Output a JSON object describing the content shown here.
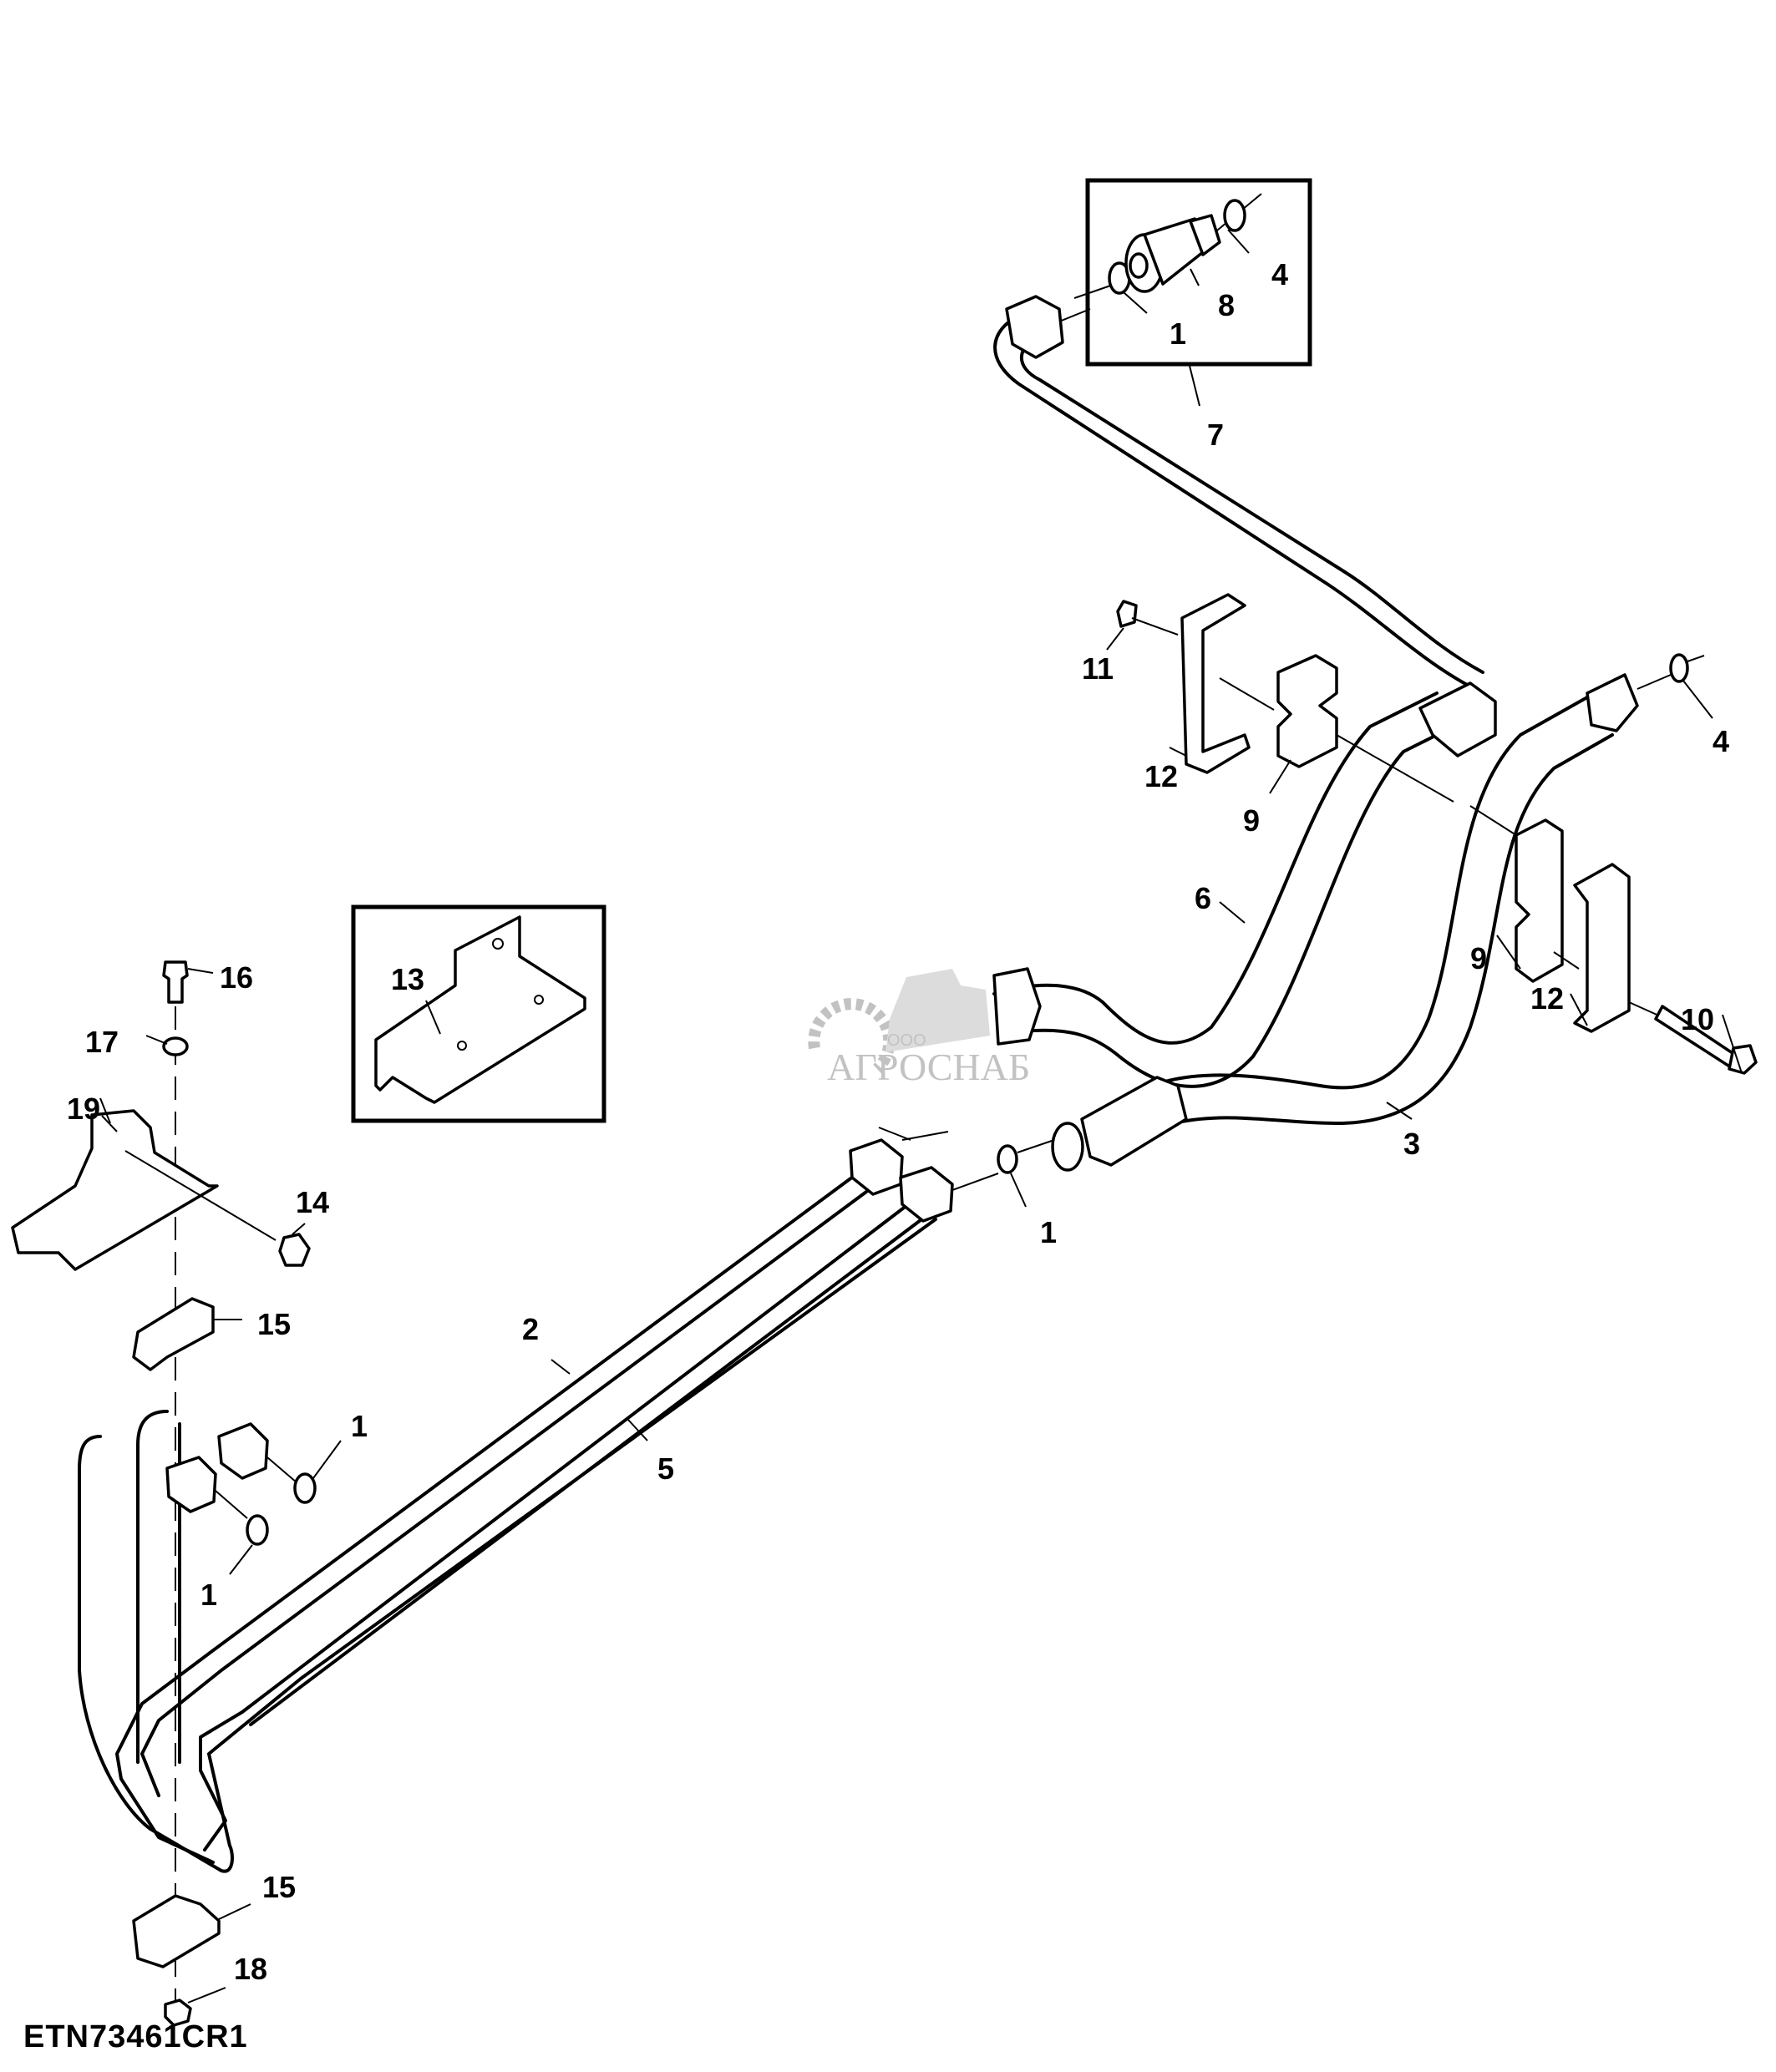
{
  "diagram": {
    "figure_id": "ETN73461CR1",
    "watermark": {
      "prefix": "ООО",
      "name": "АГРОСНАБ",
      "color": "#b8b8b8"
    },
    "line_color": "#000000",
    "background": "#ffffff",
    "callouts": [
      {
        "id": "c1a",
        "label": "1",
        "part": "o-ring (inset, quick coupler)"
      },
      {
        "id": "c8",
        "label": "8",
        "part": "quick coupler"
      },
      {
        "id": "c4a",
        "label": "4",
        "part": "o-ring (inset)"
      },
      {
        "id": "c7",
        "label": "7",
        "part": "hydraulic line assembly"
      },
      {
        "id": "c11",
        "label": "11",
        "part": "nut"
      },
      {
        "id": "c12a",
        "label": "12",
        "part": "clamp plate"
      },
      {
        "id": "c9a",
        "label": "9",
        "part": "hose clamp half"
      },
      {
        "id": "c4b",
        "label": "4",
        "part": "o-ring"
      },
      {
        "id": "c6",
        "label": "6",
        "part": "hose"
      },
      {
        "id": "c9b",
        "label": "9",
        "part": "hose clamp half"
      },
      {
        "id": "c12b",
        "label": "12",
        "part": "clamp plate"
      },
      {
        "id": "c10",
        "label": "10",
        "part": "cap screw"
      },
      {
        "id": "c3",
        "label": "3",
        "part": "hose"
      },
      {
        "id": "c1b",
        "label": "1",
        "part": "o-ring"
      },
      {
        "id": "c13",
        "label": "13",
        "part": "bracket (inset)"
      },
      {
        "id": "c16",
        "label": "16",
        "part": "cap screw"
      },
      {
        "id": "c17",
        "label": "17",
        "part": "washer"
      },
      {
        "id": "c19",
        "label": "19",
        "part": "bracket"
      },
      {
        "id": "c14",
        "label": "14",
        "part": "nut"
      },
      {
        "id": "c15a",
        "label": "15",
        "part": "tube clamp"
      },
      {
        "id": "c2",
        "label": "2",
        "part": "hydraulic tube"
      },
      {
        "id": "c5",
        "label": "5",
        "part": "hydraulic tube"
      },
      {
        "id": "c1c",
        "label": "1",
        "part": "o-ring"
      },
      {
        "id": "c1d",
        "label": "1",
        "part": "o-ring"
      },
      {
        "id": "c15b",
        "label": "15",
        "part": "tube clamp"
      },
      {
        "id": "c18",
        "label": "18",
        "part": "nut"
      }
    ]
  }
}
